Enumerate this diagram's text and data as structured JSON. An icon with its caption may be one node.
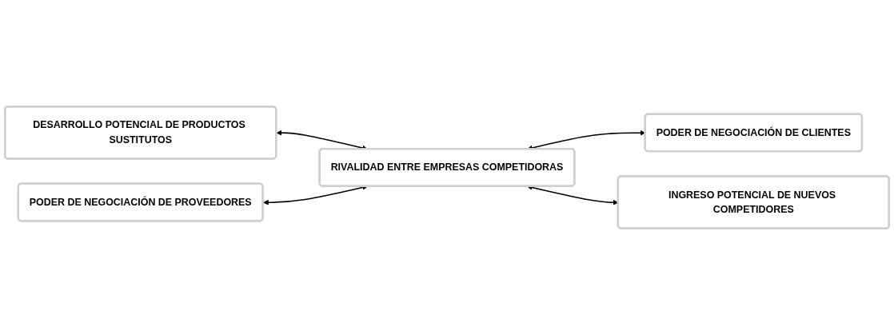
{
  "diagram": {
    "nodes": [
      {
        "text": [
          "DESARROLLO POTENCIAL DE PRODUCTOS SUSTITUTOS"
        ]
      },
      {
        "text": [
          "PODER DE NEGOCIACIÓN DE PROVEEDORES"
        ]
      },
      {
        "text": [
          "RIVALIDAD ENTRE EMPRESAS COMPETIDORAS"
        ]
      },
      {
        "text": [
          "PODER DE NEGOCIACIÓN DE CLIENTES"
        ]
      },
      {
        "text": [
          "INGRESO POTENCIAL DE NUEVOS COMPETIDORES"
        ]
      }
    ],
    "edges": [
      {
        "from": 0,
        "to": 2,
        "arrow": "both"
      },
      {
        "from": 1,
        "to": 2,
        "arrow": "both"
      },
      {
        "from": 2,
        "to": 3,
        "arrow": "both"
      },
      {
        "from": 2,
        "to": 4,
        "arrow": "both"
      }
    ]
  }
}
